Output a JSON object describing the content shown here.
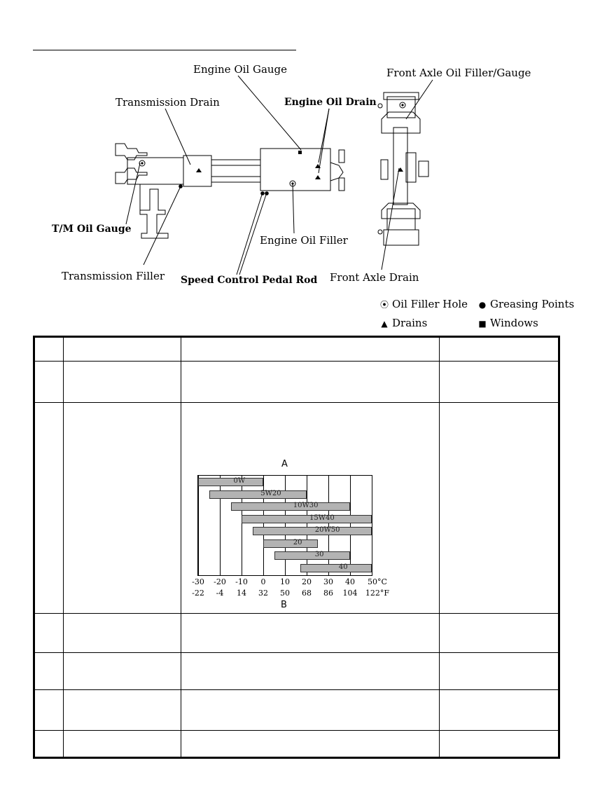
{
  "diagram": {
    "labels": {
      "engine_oil_gauge": "Engine Oil Gauge",
      "transmission_drain": "Transmission Drain",
      "engine_oil_drain": "Engine Oil Drain",
      "front_axle_oil_filler_gauge": "Front Axle Oil Filler/Gauge",
      "tm_oil_gauge": "T/M Oil Gauge",
      "engine_oil_filler": "Engine Oil Filler",
      "transmission_filler": "Transmission Filler",
      "speed_control_pedal_rod": "Speed Control Pedal Rod",
      "front_axle_drain": "Front Axle Drain"
    },
    "legend": [
      {
        "icon": "oil-filler-hole-icon",
        "symbol": "⦿",
        "label": "Oil Filler Hole"
      },
      {
        "icon": "greasing-point-icon",
        "symbol": "●",
        "label": "Greasing Points"
      },
      {
        "icon": "drain-icon",
        "symbol": "▲",
        "label": "Drains"
      },
      {
        "icon": "window-icon",
        "symbol": "■",
        "label": "Windows"
      }
    ]
  },
  "chart_data": {
    "type": "bar",
    "orientation": "horizontal-range",
    "title": "A",
    "xlabel": "B",
    "x_ticks_c": [
      "-30",
      "-20",
      "-10",
      "0",
      "10",
      "20",
      "30",
      "40",
      "50°C"
    ],
    "x_ticks_f": [
      "-22",
      "-4",
      "14",
      "32",
      "50",
      "68",
      "86",
      "104",
      "122°F"
    ],
    "xlim": [
      -30,
      50
    ],
    "grid": true,
    "series": [
      {
        "name": "0W",
        "range": [
          -30,
          0
        ]
      },
      {
        "name": "5W20",
        "range": [
          -25,
          20
        ]
      },
      {
        "name": "10W30",
        "range": [
          -15,
          40
        ]
      },
      {
        "name": "15W40",
        "range": [
          -10,
          50
        ]
      },
      {
        "name": "20W50",
        "range": [
          -5,
          50
        ]
      },
      {
        "name": "20",
        "range": [
          0,
          25
        ]
      },
      {
        "name": "30",
        "range": [
          5,
          40
        ]
      },
      {
        "name": "40",
        "range": [
          17,
          50
        ]
      }
    ]
  }
}
